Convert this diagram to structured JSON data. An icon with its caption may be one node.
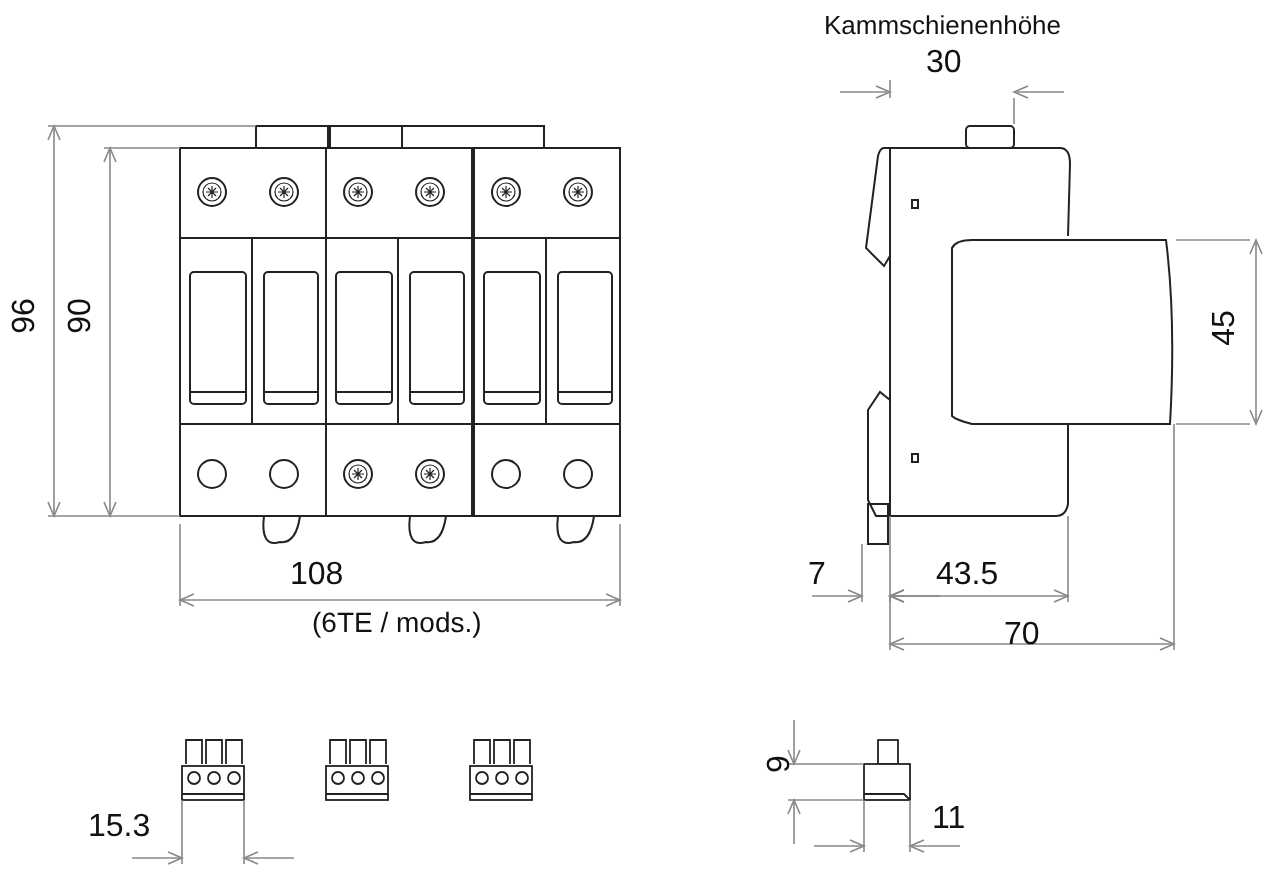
{
  "diagram": {
    "labels": [
      "Kammschienenhöhe",
      "30",
      "96",
      "90",
      "45",
      "108",
      "7",
      "43.5",
      "(6TE / mods.)",
      "70",
      "9",
      "15.3",
      "11"
    ]
  }
}
